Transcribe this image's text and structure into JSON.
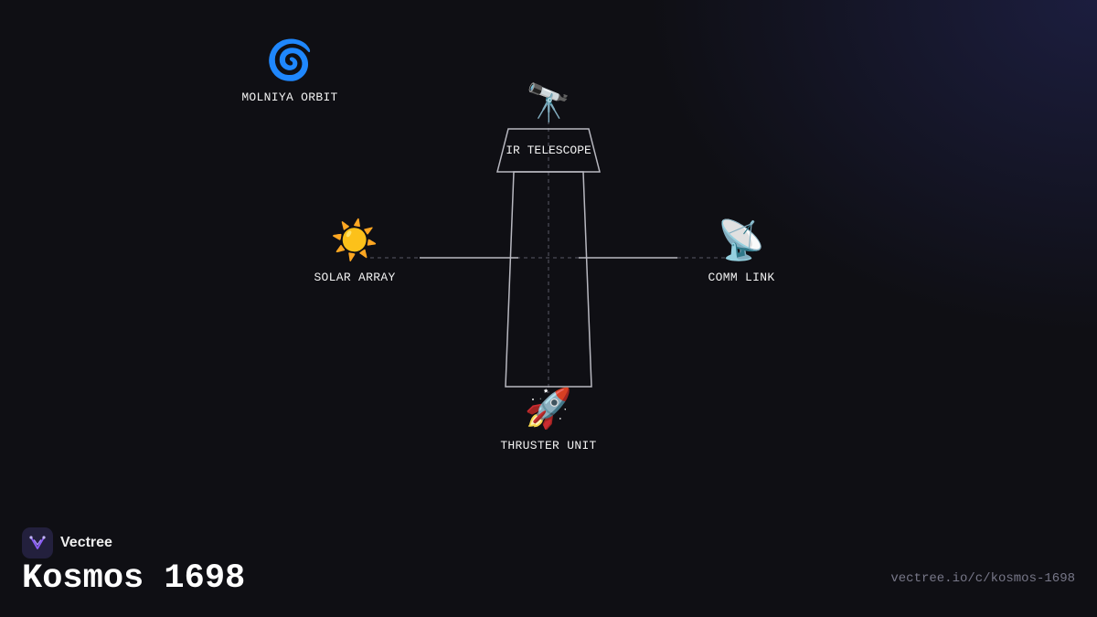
{
  "brand": {
    "name": "Vectree",
    "logo_icon": "vectree-logo-icon",
    "accent": "#8b5cf6"
  },
  "title": "Kosmos 1698",
  "url": "vectree.io/c/kosmos-1698",
  "nodes": {
    "orbit": {
      "icon": "🌀",
      "icon_name": "cyclone-icon",
      "label": "MOLNIYA ORBIT"
    },
    "telescope": {
      "icon": "🔭",
      "icon_name": "telescope-icon",
      "label": "IR TELESCOPE"
    },
    "solar": {
      "icon": "☀️",
      "icon_name": "sun-icon",
      "label": "SOLAR ARRAY"
    },
    "comm": {
      "icon": "📡",
      "icon_name": "satellite-dish-icon",
      "label": "COMM LINK"
    },
    "thruster": {
      "icon": "🚀",
      "icon_name": "rocket-icon",
      "label": "THRUSTER UNIT"
    }
  },
  "colors": {
    "background": "#0f0f14",
    "lines": "#b8b8c0",
    "text": "#ffffff"
  }
}
